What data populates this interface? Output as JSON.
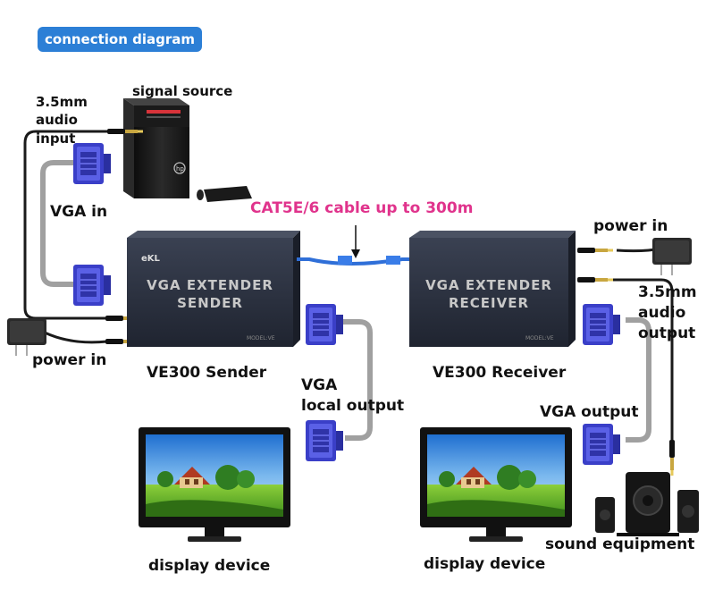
{
  "title": "connection diagram",
  "labels": {
    "audio_input": "3.5mm\naudio\ninput",
    "signal_source": "signal source",
    "vga_in": "VGA in",
    "cable": "CAT5E/6 cable up to 300m",
    "power_in_left": "power in",
    "power_in_right": "power in",
    "sender_name": "VE300 Sender",
    "receiver_name": "VE300 Receiver",
    "vga_local_output": "VGA\nlocal output",
    "audio_output": "3.5mm\naudio\noutput",
    "vga_output": "VGA output",
    "display_left": "display device",
    "display_right": "display device",
    "sound_equipment": "sound equipment"
  },
  "devices": {
    "sender_line1": "VGA EXTENDER",
    "sender_line2": "SENDER",
    "receiver_line1": "VGA EXTENDER",
    "receiver_line2": "RECEIVER",
    "brand": "eKL",
    "model_tag": "MODEL:VE"
  },
  "colors": {
    "badge": "#2c7fd6",
    "cable_label": "#e0338c",
    "box": "#2b3140",
    "connector": "#3a3fc8"
  }
}
